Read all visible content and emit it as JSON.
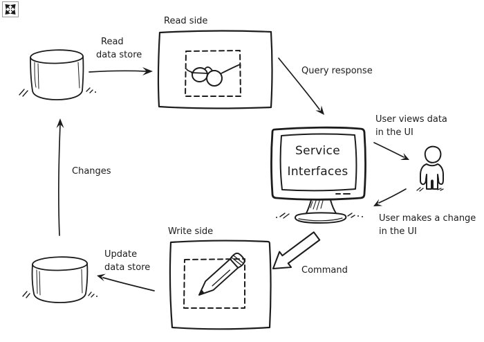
{
  "diagram": {
    "type": "hand-drawn architecture sketch (CQRS read/write flow)",
    "background": "#ffffff"
  },
  "colors": {
    "ink": "#1c1c1c",
    "expand_icon_border": "#999999"
  },
  "icons": {
    "expand": "fullscreen-expand-icon",
    "top_store": "database-cylinder",
    "bottom_store": "database-cylinder",
    "read_side": "glasses-icon",
    "write_side": "pencil-icon",
    "service": "monitor",
    "user": "person-figure"
  },
  "labels": {
    "read_side": "Read side",
    "write_side": "Write side",
    "read_arrow_line1": "Read",
    "read_arrow_line2": "data store",
    "query_response": "Query response",
    "service_line1": "Service",
    "service_line2": "Interfaces",
    "user_views_line1": "User views data",
    "user_views_line2": "in the UI",
    "user_change_line1": "User makes a change",
    "user_change_line2": "in the UI",
    "command": "Command",
    "update_arrow_line1": "Update",
    "update_arrow_line2": "data store",
    "changes": "Changes"
  }
}
